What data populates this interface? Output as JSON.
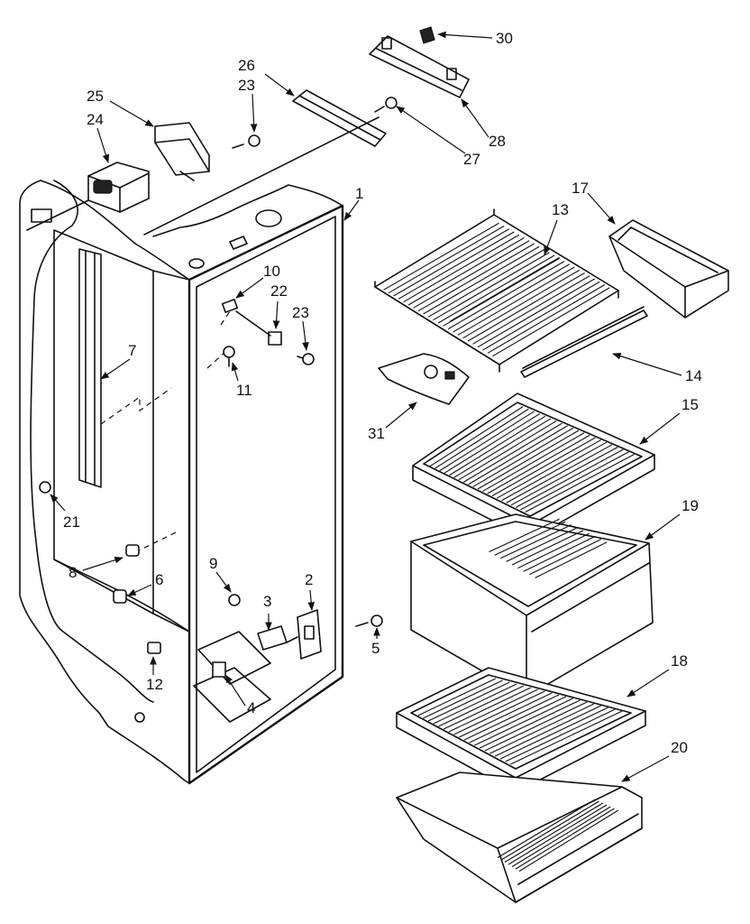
{
  "callouts": {
    "c1": "1",
    "c2": "2",
    "c3": "3",
    "c4": "4",
    "c5": "5",
    "c6": "6",
    "c7": "7",
    "c8": "8",
    "c9": "9",
    "c10": "10",
    "c11": "11",
    "c12": "12",
    "c13": "13",
    "c14": "14",
    "c15": "15",
    "c17": "17",
    "c18": "18",
    "c19": "19",
    "c20": "20",
    "c21": "21",
    "c22": "22",
    "c23a": "23",
    "c23b": "23",
    "c24": "24",
    "c25": "25",
    "c26": "26",
    "c27": "27",
    "c28": "28",
    "c30": "30",
    "c31": "31"
  }
}
